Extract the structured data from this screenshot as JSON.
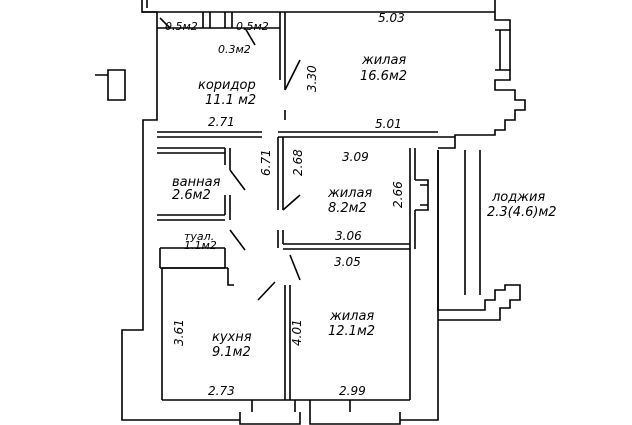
{
  "rooms": {
    "living_top": {
      "name": "жилая",
      "area": "16.6м2"
    },
    "corridor": {
      "name": "коридор",
      "area": "11.1 м2"
    },
    "bathroom": {
      "name": "ванная",
      "area": "2.6м2"
    },
    "toilet": {
      "name": "туал.",
      "area": "1.1м2"
    },
    "living_mid": {
      "name": "жилая",
      "area": "8.2м2"
    },
    "living_bottom": {
      "name": "жилая",
      "area": "12.1м2"
    },
    "kitchen": {
      "name": "кухня",
      "area": "9.1м2"
    },
    "loggia": {
      "name": "лоджия",
      "area": "2.3(4.6)м2"
    },
    "closet_1": {
      "area": "0.5м2"
    },
    "closet_2": {
      "area": "0.5м2"
    },
    "closet_3": {
      "area": "0.3м2"
    }
  },
  "dimensions": {
    "d_5_03": "5.03",
    "d_3_30": "3.30",
    "d_2_71": "2.71",
    "d_5_01": "5.01",
    "d_6_71": "6.71",
    "d_2_68": "2.68",
    "d_3_09": "3.09",
    "d_2_66": "2.66",
    "d_3_06": "3.06",
    "d_3_05": "3.05",
    "d_3_61": "3.61",
    "d_4_01": "4.01",
    "d_2_73": "2.73",
    "d_2_99": "2.99"
  }
}
